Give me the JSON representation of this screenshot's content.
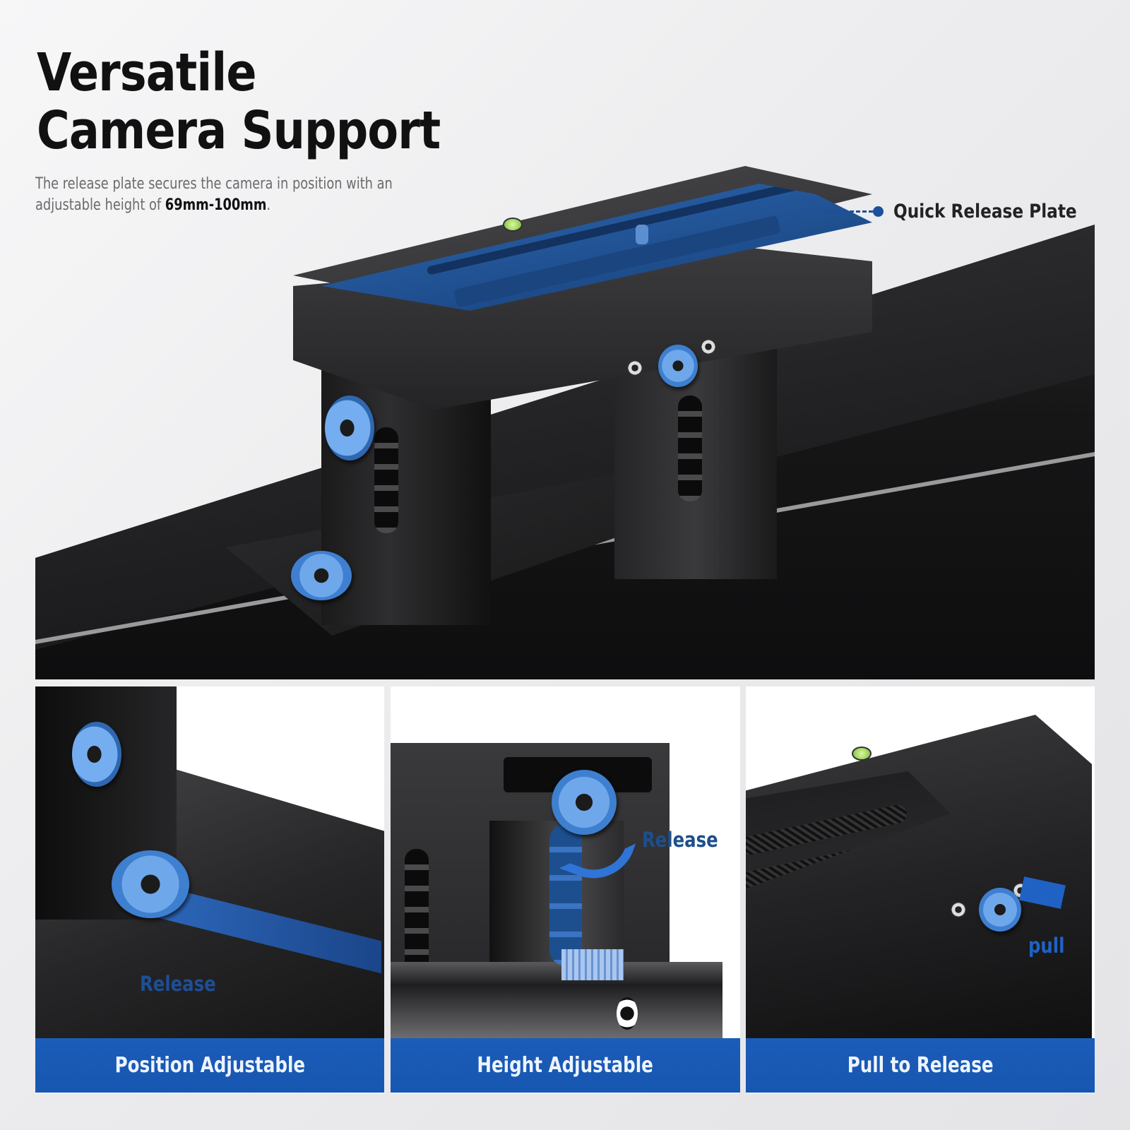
{
  "header": {
    "title_line1": "Versatile",
    "title_line2": "Camera Support",
    "description_prefix": "The release plate secures the camera in position with an adjustable height of ",
    "description_highlight": "69mm-100mm",
    "description_suffix": "."
  },
  "callout": {
    "label": "Quick Release Plate",
    "dot_color": "#1d4f9c"
  },
  "panels": [
    {
      "label": "Position Adjustable",
      "annotation": "Release"
    },
    {
      "label": "Height Adjustable",
      "annotation": "Release"
    },
    {
      "label": "Pull to Release",
      "annotation": "pull"
    }
  ],
  "colors": {
    "accent_blue": "#1b5cb8",
    "plate_blue": "#2f6bb5",
    "knob_blue": "#3e7fd0",
    "background": "#ececee",
    "title_text": "#111111"
  }
}
